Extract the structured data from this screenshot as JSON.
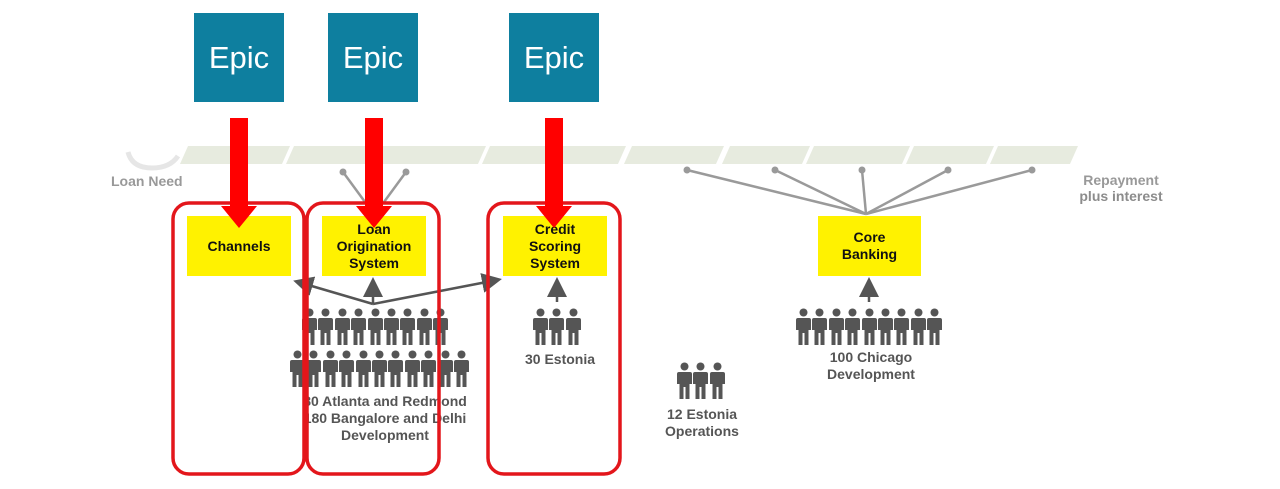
{
  "epics": [
    {
      "label": "Epic"
    },
    {
      "label": "Epic"
    },
    {
      "label": "Epic"
    }
  ],
  "process": {
    "start_label": "Loan Need",
    "end_label_line1": "Repayment",
    "end_label_line2": "plus interest"
  },
  "systems": {
    "channels": "Channels",
    "los_line1": "Loan",
    "los_line2": "Origination",
    "los_line3": "System",
    "css_line1": "Credit",
    "css_line2": "Scoring",
    "css_line3": "System",
    "core_line1": "Core",
    "core_line2": "Banking"
  },
  "teams": {
    "india_us_line1": "80 Atlanta and Redmond",
    "india_us_line2": "180 Bangalore and Delhi",
    "india_us_line3": "Development",
    "estonia_dev": "30 Estonia",
    "estonia_ops_line1": "12 Estonia",
    "estonia_ops_line2": "Operations",
    "chicago_line1": "100 Chicago",
    "chicago_line2": "Development"
  },
  "colors": {
    "epic_fill": "#0e7f9f",
    "system_fill": "#fff200",
    "highlight_red": "#e3161b",
    "arrow_red": "#ff0000",
    "people_grey": "#555555",
    "connector_grey": "#9a9a9a",
    "dark_arrow": "#555555"
  },
  "icons": {
    "person": "person-icon",
    "arrow": "down-arrow-icon"
  }
}
